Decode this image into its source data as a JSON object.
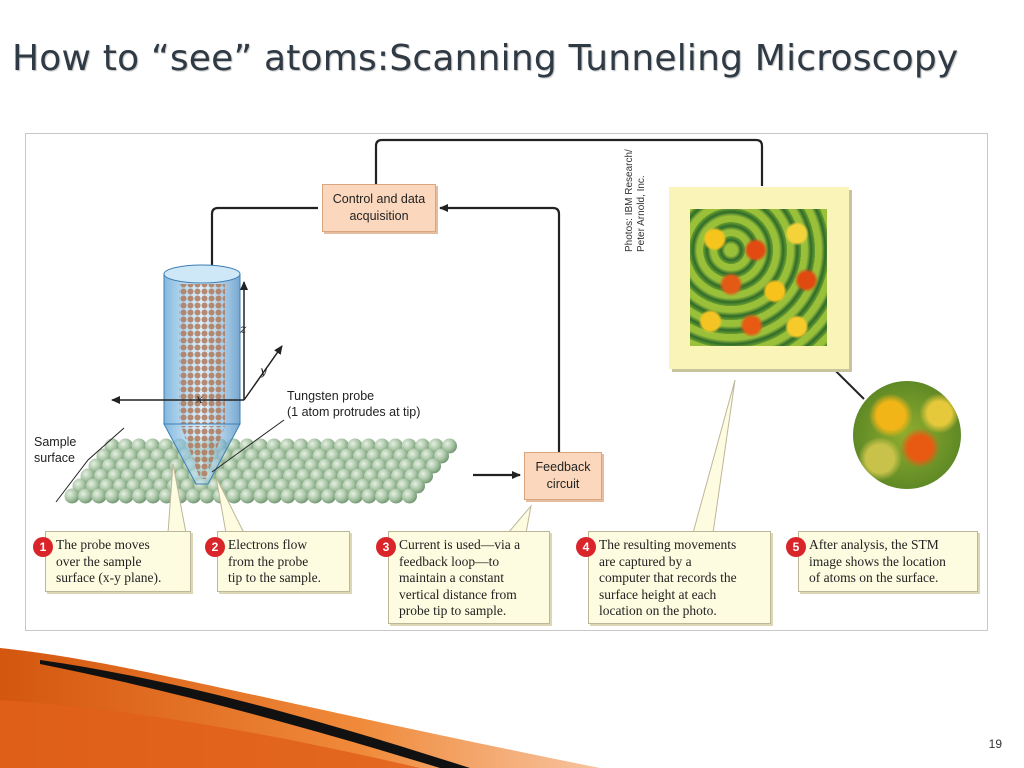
{
  "slide": {
    "title": "How to “see” atoms:Scanning Tunneling Microscopy",
    "page_number": "19"
  },
  "diagram": {
    "control_box": [
      "Control and data",
      "acquisition"
    ],
    "feedback_box": [
      "Feedback",
      "circuit"
    ],
    "probe_label": [
      "Tungsten probe",
      "(1 atom protrudes at tip)"
    ],
    "sample_label": [
      "Sample",
      "surface"
    ],
    "axes": {
      "x": "x",
      "y": "y",
      "z": "z"
    },
    "photo_credit": [
      "Photos: IBM Research/",
      "Peter Arnold, Inc."
    ],
    "colors": {
      "box_fill": "#fbd8bd",
      "callout_fill": "#fdfbe0",
      "badge": "#d9252a",
      "photo_frame": "#fbf4b8",
      "accent_orange": "#e0601a"
    }
  },
  "steps": [
    {
      "number": "1",
      "lines": [
        "The probe moves",
        "over the sample",
        "surface (x-y plane)."
      ]
    },
    {
      "number": "2",
      "lines": [
        "Electrons flow",
        "from the probe",
        "tip to the sample."
      ]
    },
    {
      "number": "3",
      "lines": [
        "Current is used—via a",
        "feedback loop—to",
        "maintain a constant",
        "vertical distance from",
        "probe tip to sample."
      ]
    },
    {
      "number": "4",
      "lines": [
        "The resulting movements",
        "are captured by a",
        "computer that records the",
        "surface height at each",
        "location on the photo."
      ]
    },
    {
      "number": "5",
      "lines": [
        "After analysis, the STM",
        "image shows the location",
        "of atoms on the surface."
      ]
    }
  ]
}
